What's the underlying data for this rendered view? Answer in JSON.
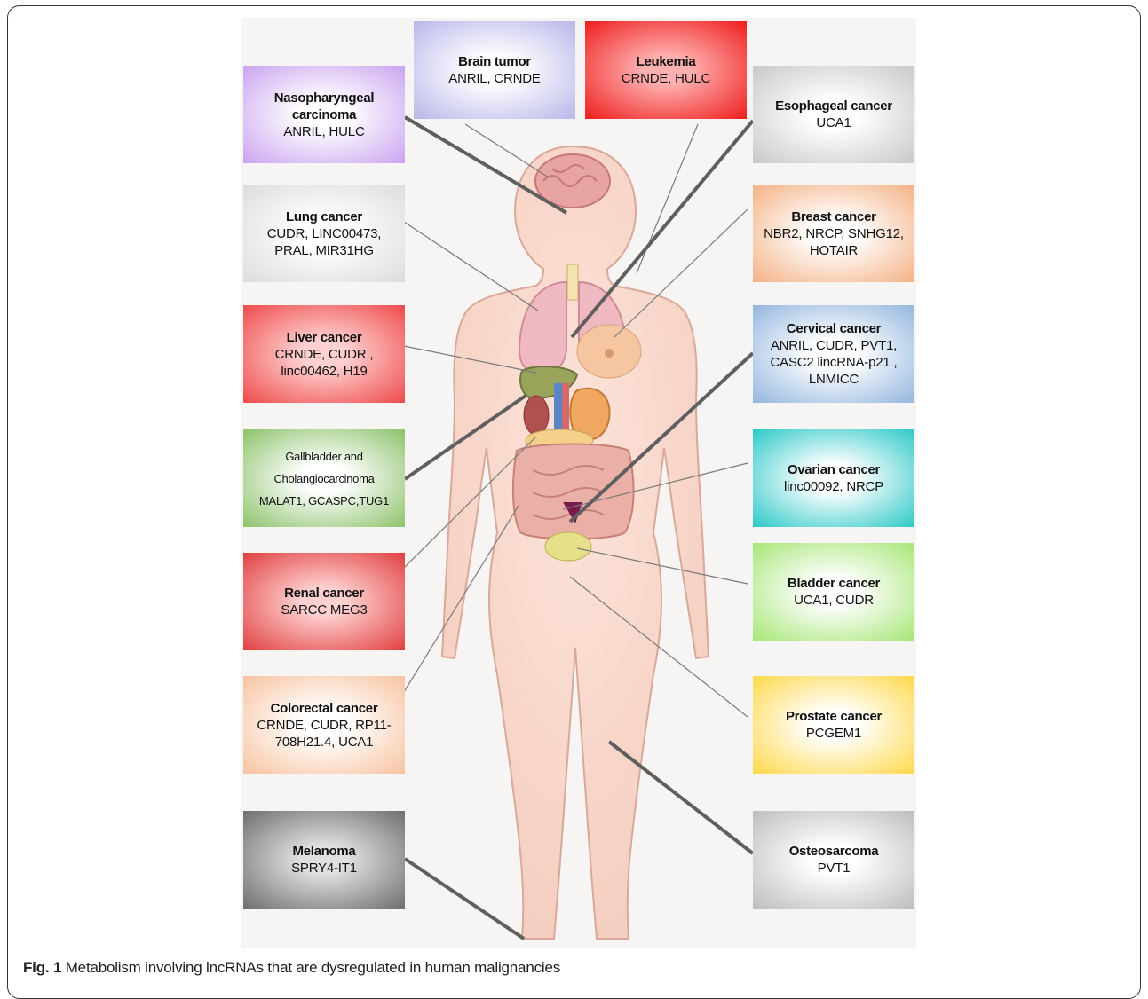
{
  "boxes": [
    {
      "id": "nasopharyngeal",
      "title": "Nasopharyngeal carcinoma",
      "genes": "ANRIL, HULC",
      "colors": [
        "#ffffff",
        "#c9a3f0"
      ]
    },
    {
      "id": "brain",
      "title": "Brain tumor",
      "genes": "ANRIL, CRNDE",
      "colors": [
        "#ffffff",
        "#b9b6ea"
      ]
    },
    {
      "id": "leukemia",
      "title": "Leukemia",
      "genes": "CRNDE, HULC",
      "colors": [
        "#ffb0b0",
        "#ee1d1d"
      ]
    },
    {
      "id": "esophageal",
      "title": "Esophageal cancer",
      "genes": "UCA1",
      "colors": [
        "#ffffff",
        "#c8c8c8"
      ]
    },
    {
      "id": "lung",
      "title": "Lung cancer",
      "genes": "CUDR, LINC00473, PRAL, MIR31HG",
      "colors": [
        "#ffffff",
        "#dcdcdc"
      ]
    },
    {
      "id": "breast",
      "title": "Breast cancer",
      "genes": "NBR2, NRCP, SNHG12, HOTAIR",
      "colors": [
        "#ffffff",
        "#f4b184"
      ]
    },
    {
      "id": "liver",
      "title": "Liver cancer",
      "genes": "CRNDE, CUDR , linc00462, H19",
      "colors": [
        "#ffd0d0",
        "#ee4a4a"
      ]
    },
    {
      "id": "cervical",
      "title": "Cervical cancer",
      "genes": "ANRIL, CUDR, PVT1, CASC2 lincRNA-p21 , LNMICC",
      "colors": [
        "#ffffff",
        "#93b6df"
      ]
    },
    {
      "id": "gallbladder",
      "title": "Gallbladder and Cholangiocarcinoma",
      "genes": "MALAT1, GCASPC,TUG1",
      "colors": [
        "#ffffff",
        "#8cc26a"
      ]
    },
    {
      "id": "ovarian",
      "title": "Ovarian cancer",
      "genes": "linc00092, NRCP",
      "colors": [
        "#ffffff",
        "#2cc8c8"
      ]
    },
    {
      "id": "renal",
      "title": "Renal  cancer",
      "genes": "SARCC MEG3",
      "colors": [
        "#ffd0d0",
        "#e03f3f"
      ]
    },
    {
      "id": "bladder",
      "title": "Bladder cancer",
      "genes": "UCA1, CUDR",
      "colors": [
        "#ffffff",
        "#a6e676"
      ]
    },
    {
      "id": "colorectal",
      "title": "Colorectal cancer",
      "genes": "CRNDE, CUDR, RP11-708H21.4, UCA1",
      "colors": [
        "#ffffff",
        "#f7c3a0"
      ]
    },
    {
      "id": "prostate",
      "title": "Prostate cancer",
      "genes": "PCGEM1",
      "colors": [
        "#ffffff",
        "#ffd84a"
      ]
    },
    {
      "id": "melanoma",
      "title": "Melanoma",
      "genes": "SPRY4-IT1",
      "colors": [
        "#e0e0e0",
        "#6e6e6e"
      ]
    },
    {
      "id": "osteosarcoma",
      "title": "Osteosarcoma",
      "genes": "PVT1",
      "colors": [
        "#ffffff",
        "#bdbdbd"
      ]
    }
  ],
  "caption": {
    "label": "Fig. 1",
    "text": " Metabolism involving lncRNAs that are dysregulated in human malignancies"
  }
}
